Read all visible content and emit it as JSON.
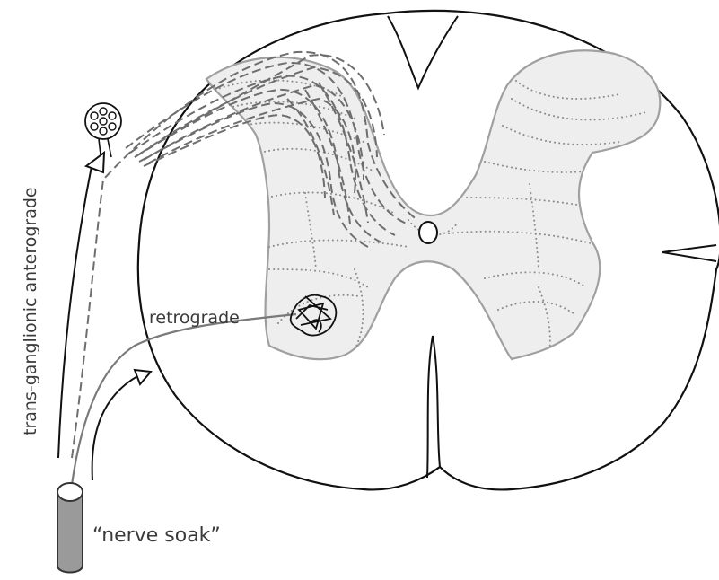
{
  "labels": {
    "trans_ganglionic_anterograde": "trans-ganglionic anterograde",
    "retrograde": "retrograde",
    "nerve_soak": "“nerve soak”"
  },
  "colors": {
    "outline": "#111111",
    "grey_matter_fill": "#eeeeee",
    "grey_matter_edge": "#a0a0a0",
    "dotted_laminae": "#8c8c8c",
    "axon_grey": "#7a7a7a",
    "nerve_fill": "#9a9a9a",
    "text": "#3a3a3a"
  }
}
